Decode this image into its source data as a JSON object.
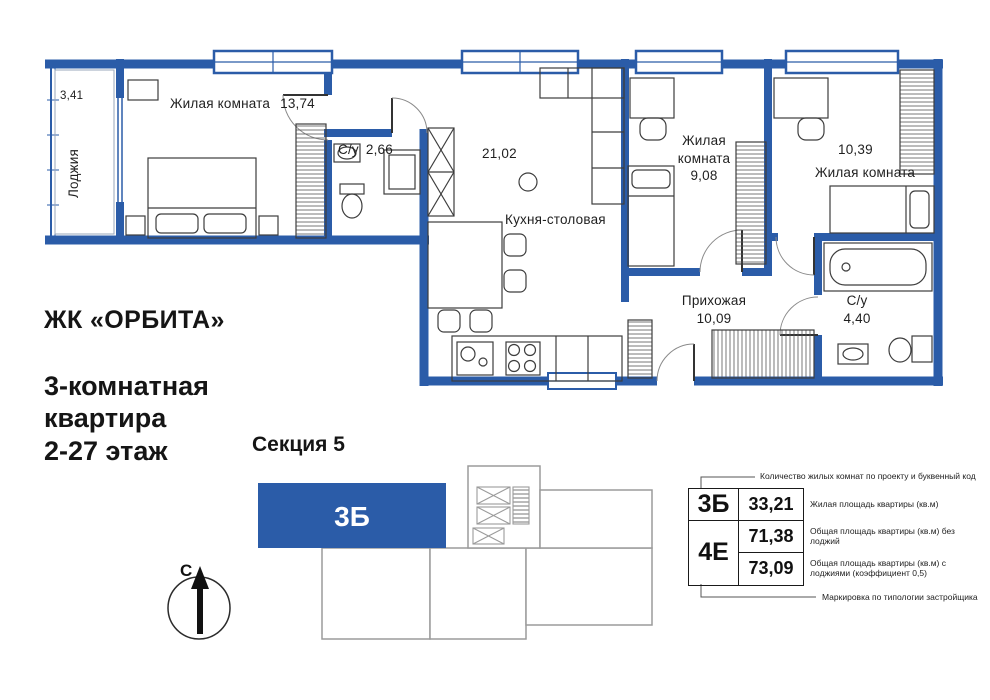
{
  "branding": {
    "complex_name": "ЖК «ОРБИТА»",
    "apartment_line1": "3-комнатная",
    "apartment_line2": "квартира",
    "apartment_line3": "2-27 этаж"
  },
  "section": {
    "title": "Секция 5",
    "unit_label": "3Б"
  },
  "compass": {
    "label": "С"
  },
  "floor_plan": {
    "rooms": [
      {
        "name": "Лоджия",
        "area": "3,41"
      },
      {
        "name": "Жилая комната",
        "area": "13,74"
      },
      {
        "name": "С/у",
        "area": "2,66"
      },
      {
        "name": "Кухня-столовая",
        "area": "21,02"
      },
      {
        "name": "Жилая комната",
        "area": "9,08"
      },
      {
        "name": "Жилая комната",
        "area": "10,39"
      },
      {
        "name": "Прихожая",
        "area": "10,09"
      },
      {
        "name": "С/у",
        "area": "4,40"
      }
    ]
  },
  "info_table": {
    "top_note": "Количество жилых комнат по проекту и буквенный код",
    "bottom_note": "Маркировка по типологии застройщика",
    "codes": [
      {
        "label": "3Б"
      },
      {
        "label": "4Е"
      }
    ],
    "rows": [
      {
        "value": "33,21",
        "label": "Жилая площадь квартиры (кв.м)"
      },
      {
        "value": "71,38",
        "label": "Общая площадь квартиры (кв.м) без лоджий"
      },
      {
        "value": "73,09",
        "label": "Общая площадь квартиры (кв.м) с лоджиями (коэффициент 0,5)"
      }
    ]
  },
  "colors": {
    "wall_blue": "#2b5ca8",
    "outline_gray": "#9b9b9b"
  }
}
